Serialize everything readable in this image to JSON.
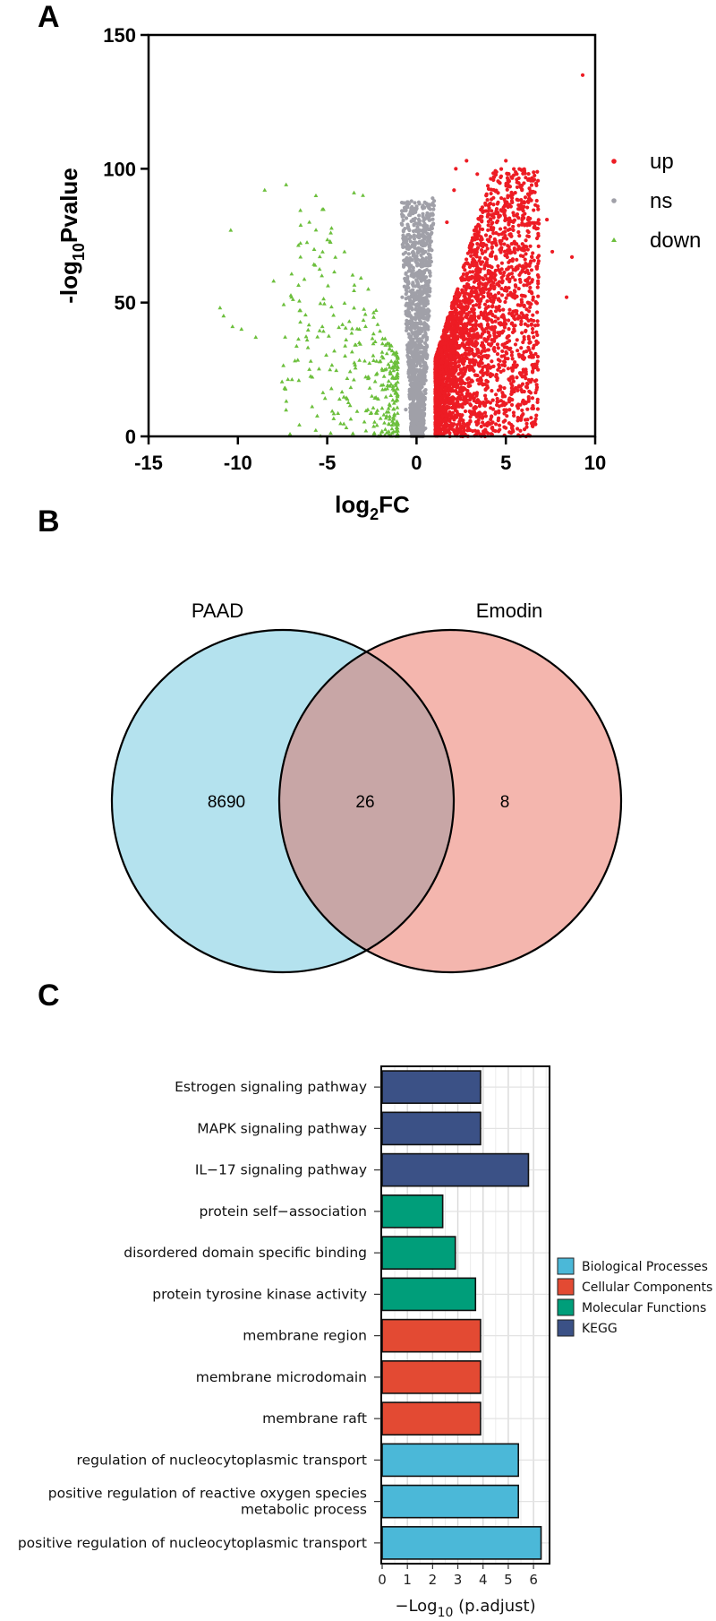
{
  "panels": {
    "a": "A",
    "b": "B",
    "c": "C"
  },
  "colors": {
    "up": "#ed1c24",
    "ns": "#a0a0a8",
    "down": "#6cbf3c",
    "biological_processes": "#4bb8d8",
    "cellular_components": "#e34a33",
    "molecular_functions": "#009e7a",
    "kegg": "#3b5186",
    "venn_paad": "#b4e2ee",
    "venn_emodin": "#f4b6ae",
    "venn_overlap": "#c8a6a6"
  },
  "chart_data": [
    {
      "type": "scatter",
      "panel": "A",
      "xlabel": "log2FC",
      "ylabel": "-log10Pvalue",
      "xlim": [
        -15,
        10
      ],
      "ylim": [
        0,
        150
      ],
      "xticks": [
        "-15",
        "-10",
        "-5",
        "0",
        "5",
        "10"
      ],
      "yticks": [
        "0",
        "50",
        "100",
        "150"
      ],
      "grid": false,
      "legend_position": "right",
      "legend": [
        "up",
        "ns",
        "down"
      ],
      "series": [
        {
          "name": "up",
          "marker": "circle",
          "points": [
            [
              9.3,
              135
            ],
            [
              2.8,
              103
            ],
            [
              5.0,
              103
            ],
            [
              2.2,
              100
            ],
            [
              3.4,
              98
            ],
            [
              6.3,
              90
            ],
            [
              7.3,
              81
            ],
            [
              8.7,
              67
            ],
            [
              7.6,
              69
            ],
            [
              8.4,
              52
            ],
            [
              6.8,
              58
            ],
            [
              6.2,
              62
            ],
            [
              5.5,
              72
            ],
            [
              4.6,
              82
            ],
            [
              3.9,
              90
            ],
            [
              2.1,
              92
            ],
            [
              1.7,
              80
            ],
            [
              4.2,
              40
            ],
            [
              3.8,
              30
            ],
            [
              5.1,
              33
            ],
            [
              2.6,
              18
            ],
            [
              3.0,
              12
            ],
            [
              1.6,
              8
            ],
            [
              2.4,
              5
            ]
          ]
        },
        {
          "name": "ns",
          "marker": "circle",
          "points": [
            [
              0.9,
              89
            ],
            [
              -0.4,
              83
            ],
            [
              0.4,
              72
            ],
            [
              0.0,
              60
            ],
            [
              -0.8,
              52
            ],
            [
              0.7,
              45
            ],
            [
              -0.2,
              35
            ],
            [
              0.3,
              20
            ],
            [
              -0.6,
              10
            ],
            [
              0.5,
              3
            ]
          ]
        },
        {
          "name": "down",
          "marker": "triangle",
          "points": [
            [
              -8.5,
              92
            ],
            [
              -7.3,
              94
            ],
            [
              -3.5,
              91
            ],
            [
              -3.0,
              90
            ],
            [
              -10.4,
              77
            ],
            [
              -6.0,
              80
            ],
            [
              -4.8,
              76
            ],
            [
              -5.3,
              60
            ],
            [
              -8.0,
              58
            ],
            [
              -10.8,
              45
            ],
            [
              -11.0,
              48
            ],
            [
              -9.8,
              40
            ],
            [
              -7.0,
              52
            ],
            [
              -6.5,
              47
            ],
            [
              -2.7,
              55
            ],
            [
              -3.2,
              40
            ],
            [
              -6.0,
              25
            ],
            [
              -4.0,
              30
            ],
            [
              -2.5,
              15
            ],
            [
              -1.8,
              5
            ],
            [
              -9.0,
              37
            ],
            [
              -10.3,
              41
            ]
          ]
        }
      ]
    },
    {
      "type": "venn",
      "panel": "B",
      "sets": [
        {
          "name": "PAAD",
          "only": 8690
        },
        {
          "name": "Emodin",
          "only": 8
        }
      ],
      "overlap": 26
    },
    {
      "type": "bar",
      "panel": "C",
      "orientation": "horizontal",
      "xlabel_main": "−Log",
      "xlabel_sub": "10",
      "xlabel_rest": " (p.adjust)",
      "xlim": [
        0,
        6.6
      ],
      "xticks": [
        "0",
        "1",
        "2",
        "3",
        "4",
        "5",
        "6"
      ],
      "grid": true,
      "legend_position": "right",
      "legend": [
        {
          "name": "Biological Processes",
          "key": "biological_processes"
        },
        {
          "name": "Cellular Components",
          "key": "cellular_components"
        },
        {
          "name": "Molecular Functions",
          "key": "molecular_functions"
        },
        {
          "name": "KEGG",
          "key": "kegg"
        }
      ],
      "bars": [
        {
          "label": [
            "Estrogen signaling pathway"
          ],
          "value": 3.9,
          "group": "kegg"
        },
        {
          "label": [
            "MAPK signaling pathway"
          ],
          "value": 3.9,
          "group": "kegg"
        },
        {
          "label": [
            "IL−17 signaling pathway"
          ],
          "value": 5.8,
          "group": "kegg"
        },
        {
          "label": [
            "protein self−association"
          ],
          "value": 2.4,
          "group": "molecular_functions"
        },
        {
          "label": [
            "disordered domain specific binding"
          ],
          "value": 2.9,
          "group": "molecular_functions"
        },
        {
          "label": [
            "protein tyrosine kinase activity"
          ],
          "value": 3.7,
          "group": "molecular_functions"
        },
        {
          "label": [
            "membrane region"
          ],
          "value": 3.9,
          "group": "cellular_components"
        },
        {
          "label": [
            "membrane microdomain"
          ],
          "value": 3.9,
          "group": "cellular_components"
        },
        {
          "label": [
            "membrane raft"
          ],
          "value": 3.9,
          "group": "cellular_components"
        },
        {
          "label": [
            "regulation of nucleocytoplasmic transport"
          ],
          "value": 5.4,
          "group": "biological_processes"
        },
        {
          "label": [
            "positive regulation of reactive oxygen species",
            "metabolic process"
          ],
          "value": 5.4,
          "group": "biological_processes"
        },
        {
          "label": [
            "positive regulation of nucleocytoplasmic transport"
          ],
          "value": 6.3,
          "group": "biological_processes"
        }
      ]
    }
  ]
}
